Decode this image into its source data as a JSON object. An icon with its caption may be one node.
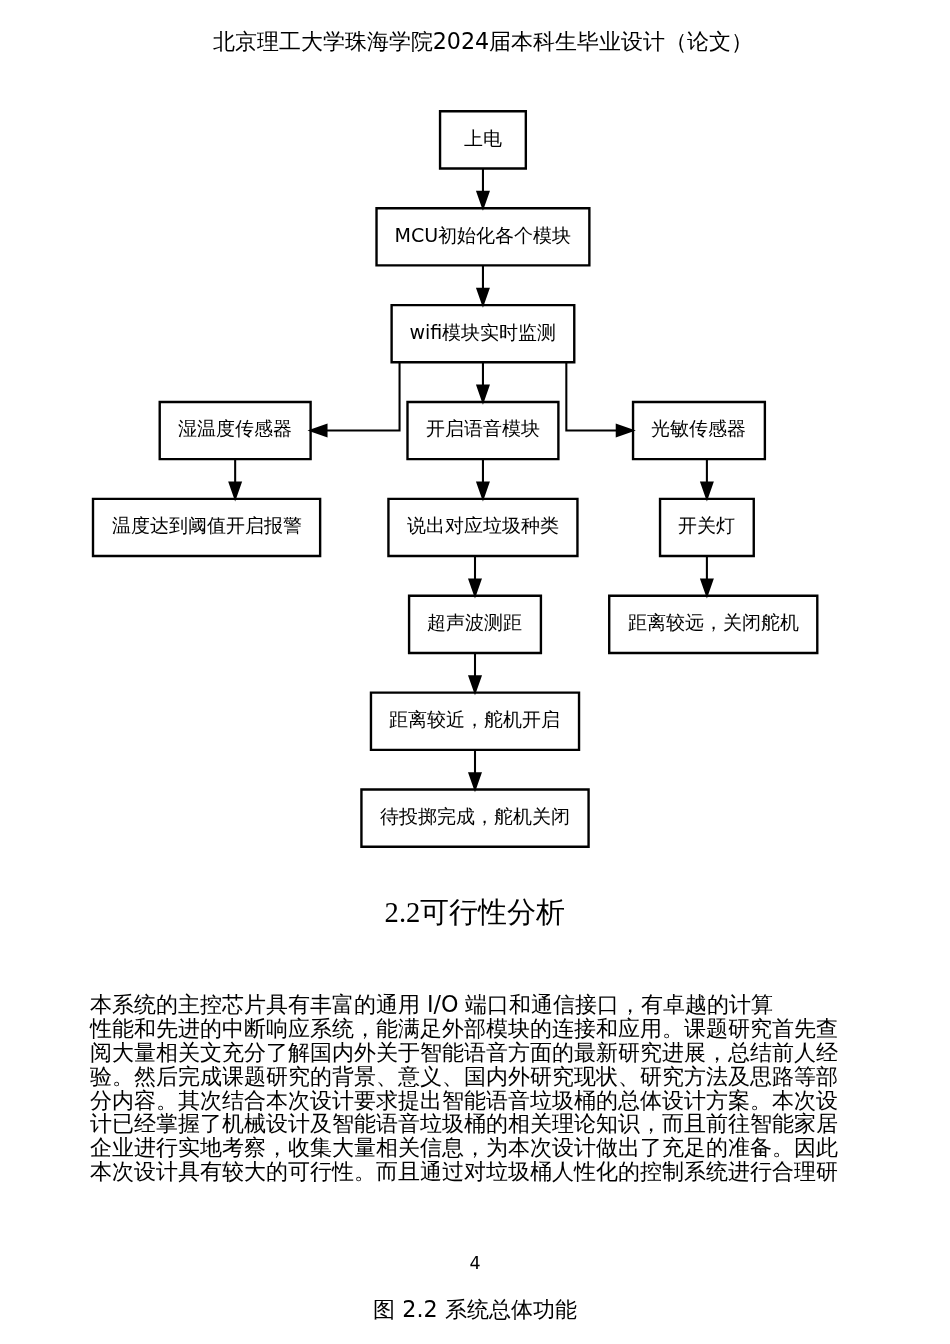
{
  "diagram": {
    "caption": "图 2.2 系统总体功能",
    "nodes": [
      {
        "text": [
          "上电"
        ]
      },
      {
        "text": [
          "MCU初始化各个模块"
        ]
      },
      {
        "text": [
          "wifi模块实时监测"
        ]
      },
      {
        "text": [
          "湿温度传感器"
        ]
      },
      {
        "text": [
          "开启语音模块"
        ]
      },
      {
        "text": [
          "光敏传感器"
        ]
      },
      {
        "text": [
          "温度达到阈值开启报警"
        ]
      },
      {
        "text": [
          "说出对应垃圾种类"
        ]
      },
      {
        "text": [
          "开关灯"
        ]
      },
      {
        "text": [
          "超声波测距"
        ]
      },
      {
        "text": [
          "距离较近，舵机开启"
        ]
      },
      {
        "text": [
          "距离较远，关闭舵机"
        ]
      },
      {
        "text": [
          "待投掷完成，舵机关闭"
        ]
      }
    ],
    "edges": [
      {
        "from": 0,
        "to": 1,
        "arrow": "to"
      },
      {
        "from": 1,
        "to": 2,
        "arrow": "to"
      },
      {
        "from": 2,
        "to": 3,
        "arrow": "to"
      },
      {
        "from": 2,
        "to": 4,
        "arrow": "to"
      },
      {
        "from": 2,
        "to": 5,
        "arrow": "to"
      },
      {
        "from": 3,
        "to": 6,
        "arrow": "to"
      },
      {
        "from": 4,
        "to": 7,
        "arrow": "to"
      },
      {
        "from": 5,
        "to": 8,
        "arrow": "to"
      },
      {
        "from": 7,
        "to": 9,
        "arrow": "to"
      },
      {
        "from": 8,
        "to": 11,
        "arrow": "to"
      },
      {
        "from": 9,
        "to": 10,
        "arrow": "to"
      },
      {
        "from": 10,
        "to": 12,
        "arrow": "to"
      }
    ],
    "labels": [
      "北京理工大学珠海学院2024届本科生毕业设计（论文）",
      "2.2可行性分析",
      "本系统的主控芯片具有丰富的通用 I/O 端口和通信接口，有卓越的计算性能和先进的中断响应系统，能满足外部模块的连接和应用。课题研究首先查阅大量相关文充分了解国内外关于智能语音方面的最新研究进展，总结前人经验。然后完成课题研究的背景、意义、国内外研究现状、研究方法及思路等部分内容。其次结合本次设计要求提出智能语音垃圾桶的总体设计方案。本次设计已经掌握了机械设计及智能语音垃圾桶的相关理论知识，而且前往智能家居企业进行实地考察，收集大量相关信息，为本次设计做出了充足的准备。因此本次设计具有较大的可行性。而且通过对垃圾桶人性化的控制系统进行合理研",
      "4"
    ]
  }
}
